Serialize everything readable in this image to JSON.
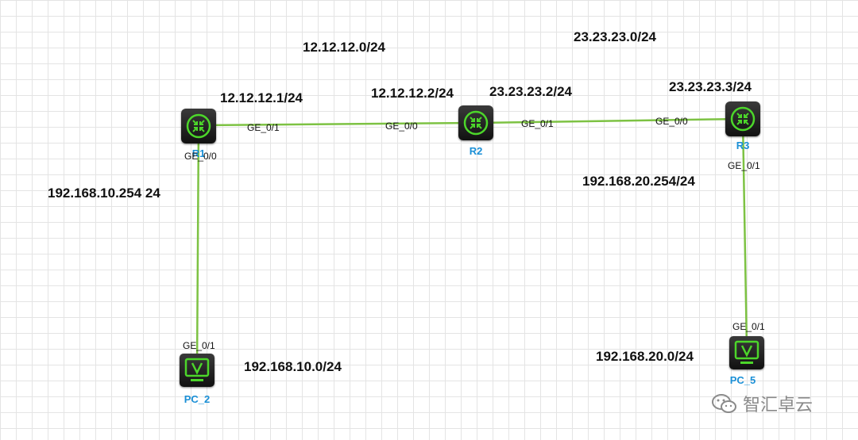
{
  "networks": {
    "n12": "12.12.12.0/24",
    "n23": "23.23.23.0/24",
    "n10": "192.168.10.0/24",
    "n20": "192.168.20.0/24"
  },
  "addresses": {
    "r1_ge01": "12.12.12.1/24",
    "r2_ge00": "12.12.12.2/24",
    "r2_ge01": "23.23.23.2/24",
    "r3_ge00": "23.23.23.3/24",
    "r1_ge00": "192.168.10.254 24",
    "r3_ge01": "192.168.20.254/24"
  },
  "devices": {
    "r1": "R1",
    "r2": "R2",
    "r3": "R3",
    "pc2": "PC_2",
    "pc5": "PC_5"
  },
  "ports": {
    "r1_right": "GE_0/1",
    "r1_down": "GE_0/0",
    "r2_left": "GE_0/0",
    "r2_right": "GE_0/1",
    "r3_left": "GE_0/0",
    "r3_down": "GE_0/1",
    "pc2_up": "GE_0/1",
    "pc5_up": "GE_0/1"
  },
  "watermark": "智汇卓云",
  "colors": {
    "link": "#7dc243",
    "device_name": "#1a8fd6",
    "router_symbol": "#4cd62a",
    "pc_symbol": "#4cd62a"
  }
}
